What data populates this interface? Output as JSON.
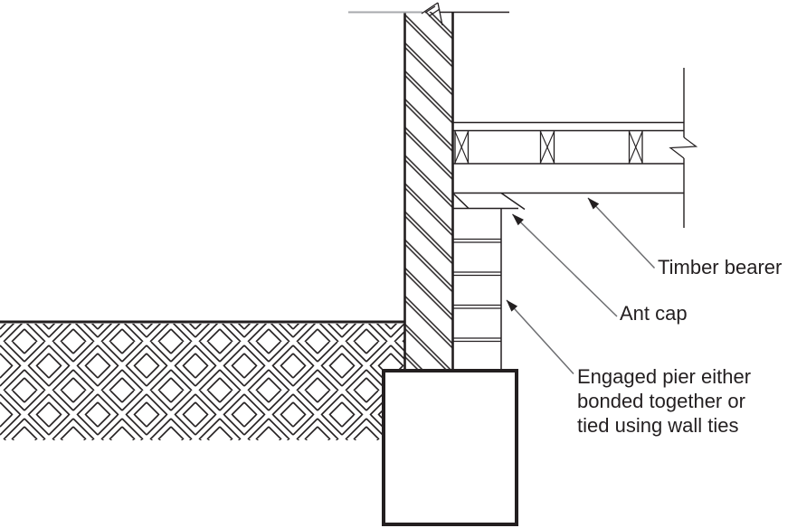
{
  "labels": {
    "timber_bearer": "Timber bearer",
    "ant_cap": "Ant cap",
    "engaged_pier": [
      "Engaged pier either",
      "bonded together or",
      "tied using wall ties"
    ]
  },
  "colors": {
    "line": "#231f20",
    "leader": "#6d6e71",
    "gray_line": "#a7a9ac",
    "background": "#ffffff"
  }
}
